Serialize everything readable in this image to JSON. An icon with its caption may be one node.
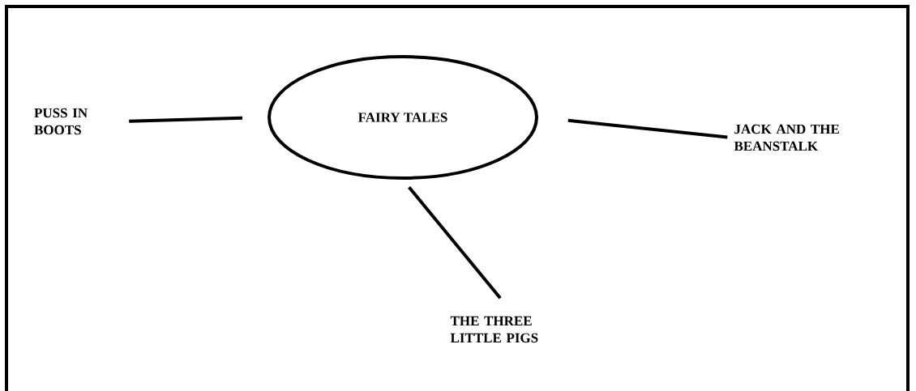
{
  "diagram": {
    "nodes": [
      {
        "text": [
          "PUSS IN BOOTS"
        ]
      },
      {
        "text": [
          "FAIRY TALES"
        ]
      },
      {
        "text": [
          "JACK AND THE BEANSTALK"
        ]
      },
      {
        "text": [
          "THE THREE LITTLE PIGS"
        ]
      }
    ],
    "edges": [
      {
        "from": 1,
        "to": 0,
        "arrow": "none"
      },
      {
        "from": 1,
        "to": 2,
        "arrow": "none"
      },
      {
        "from": 1,
        "to": 3,
        "arrow": "none"
      }
    ]
  }
}
